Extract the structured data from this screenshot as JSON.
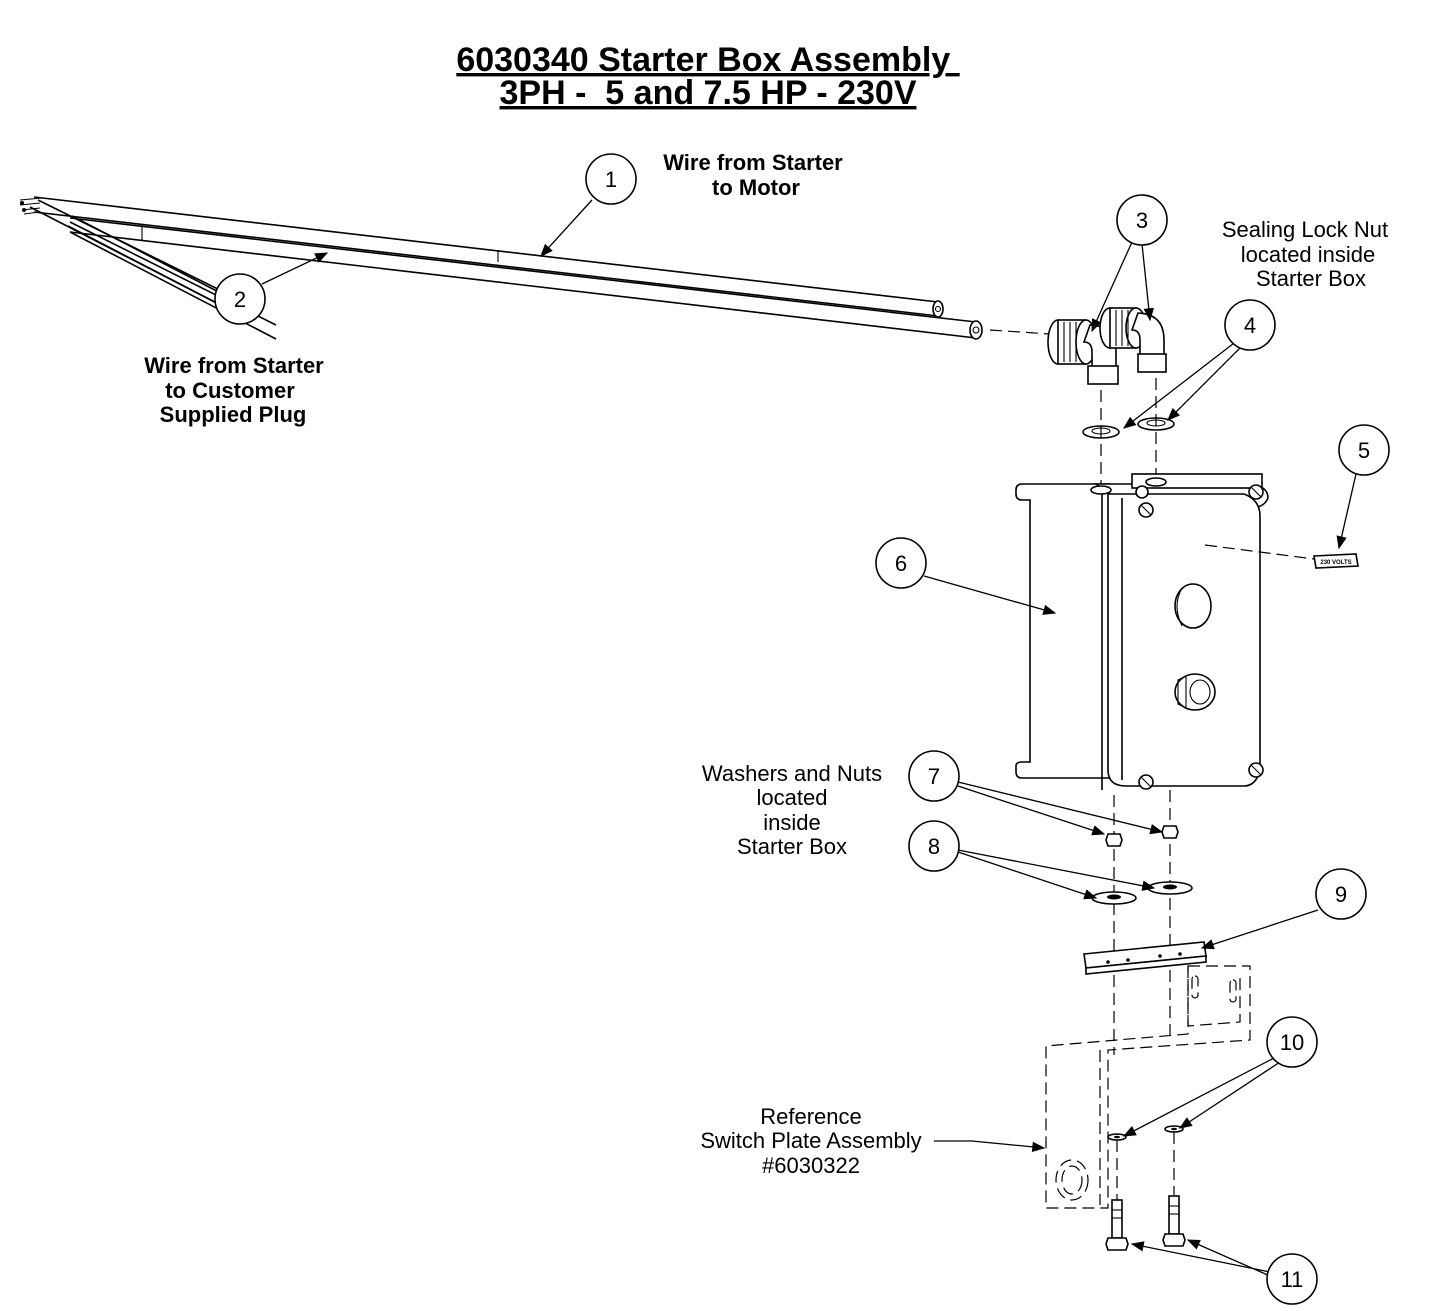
{
  "title": {
    "line1": "6030340 Starter Box Assembly ",
    "line2": "3PH -  5 and 7.5 HP - 230V"
  },
  "labels": {
    "wire_motor": [
      "Wire from Starter",
      "to Motor"
    ],
    "wire_customer": [
      "Wire from Starter",
      "to Customer",
      "Supplied Plug"
    ],
    "sealing_lock_nut": [
      "Sealing Lock Nut",
      "located inside",
      "Starter Box"
    ],
    "washers_nuts": [
      "Washers and Nuts",
      "located",
      "inside",
      "Starter Box"
    ],
    "reference": [
      "Reference",
      "Switch Plate Assembly",
      "#6030322"
    ],
    "decal_text": "230 VOLTS"
  },
  "balloons": [
    "1",
    "2",
    "3",
    "4",
    "5",
    "6",
    "7",
    "8",
    "9",
    "10",
    "11"
  ]
}
